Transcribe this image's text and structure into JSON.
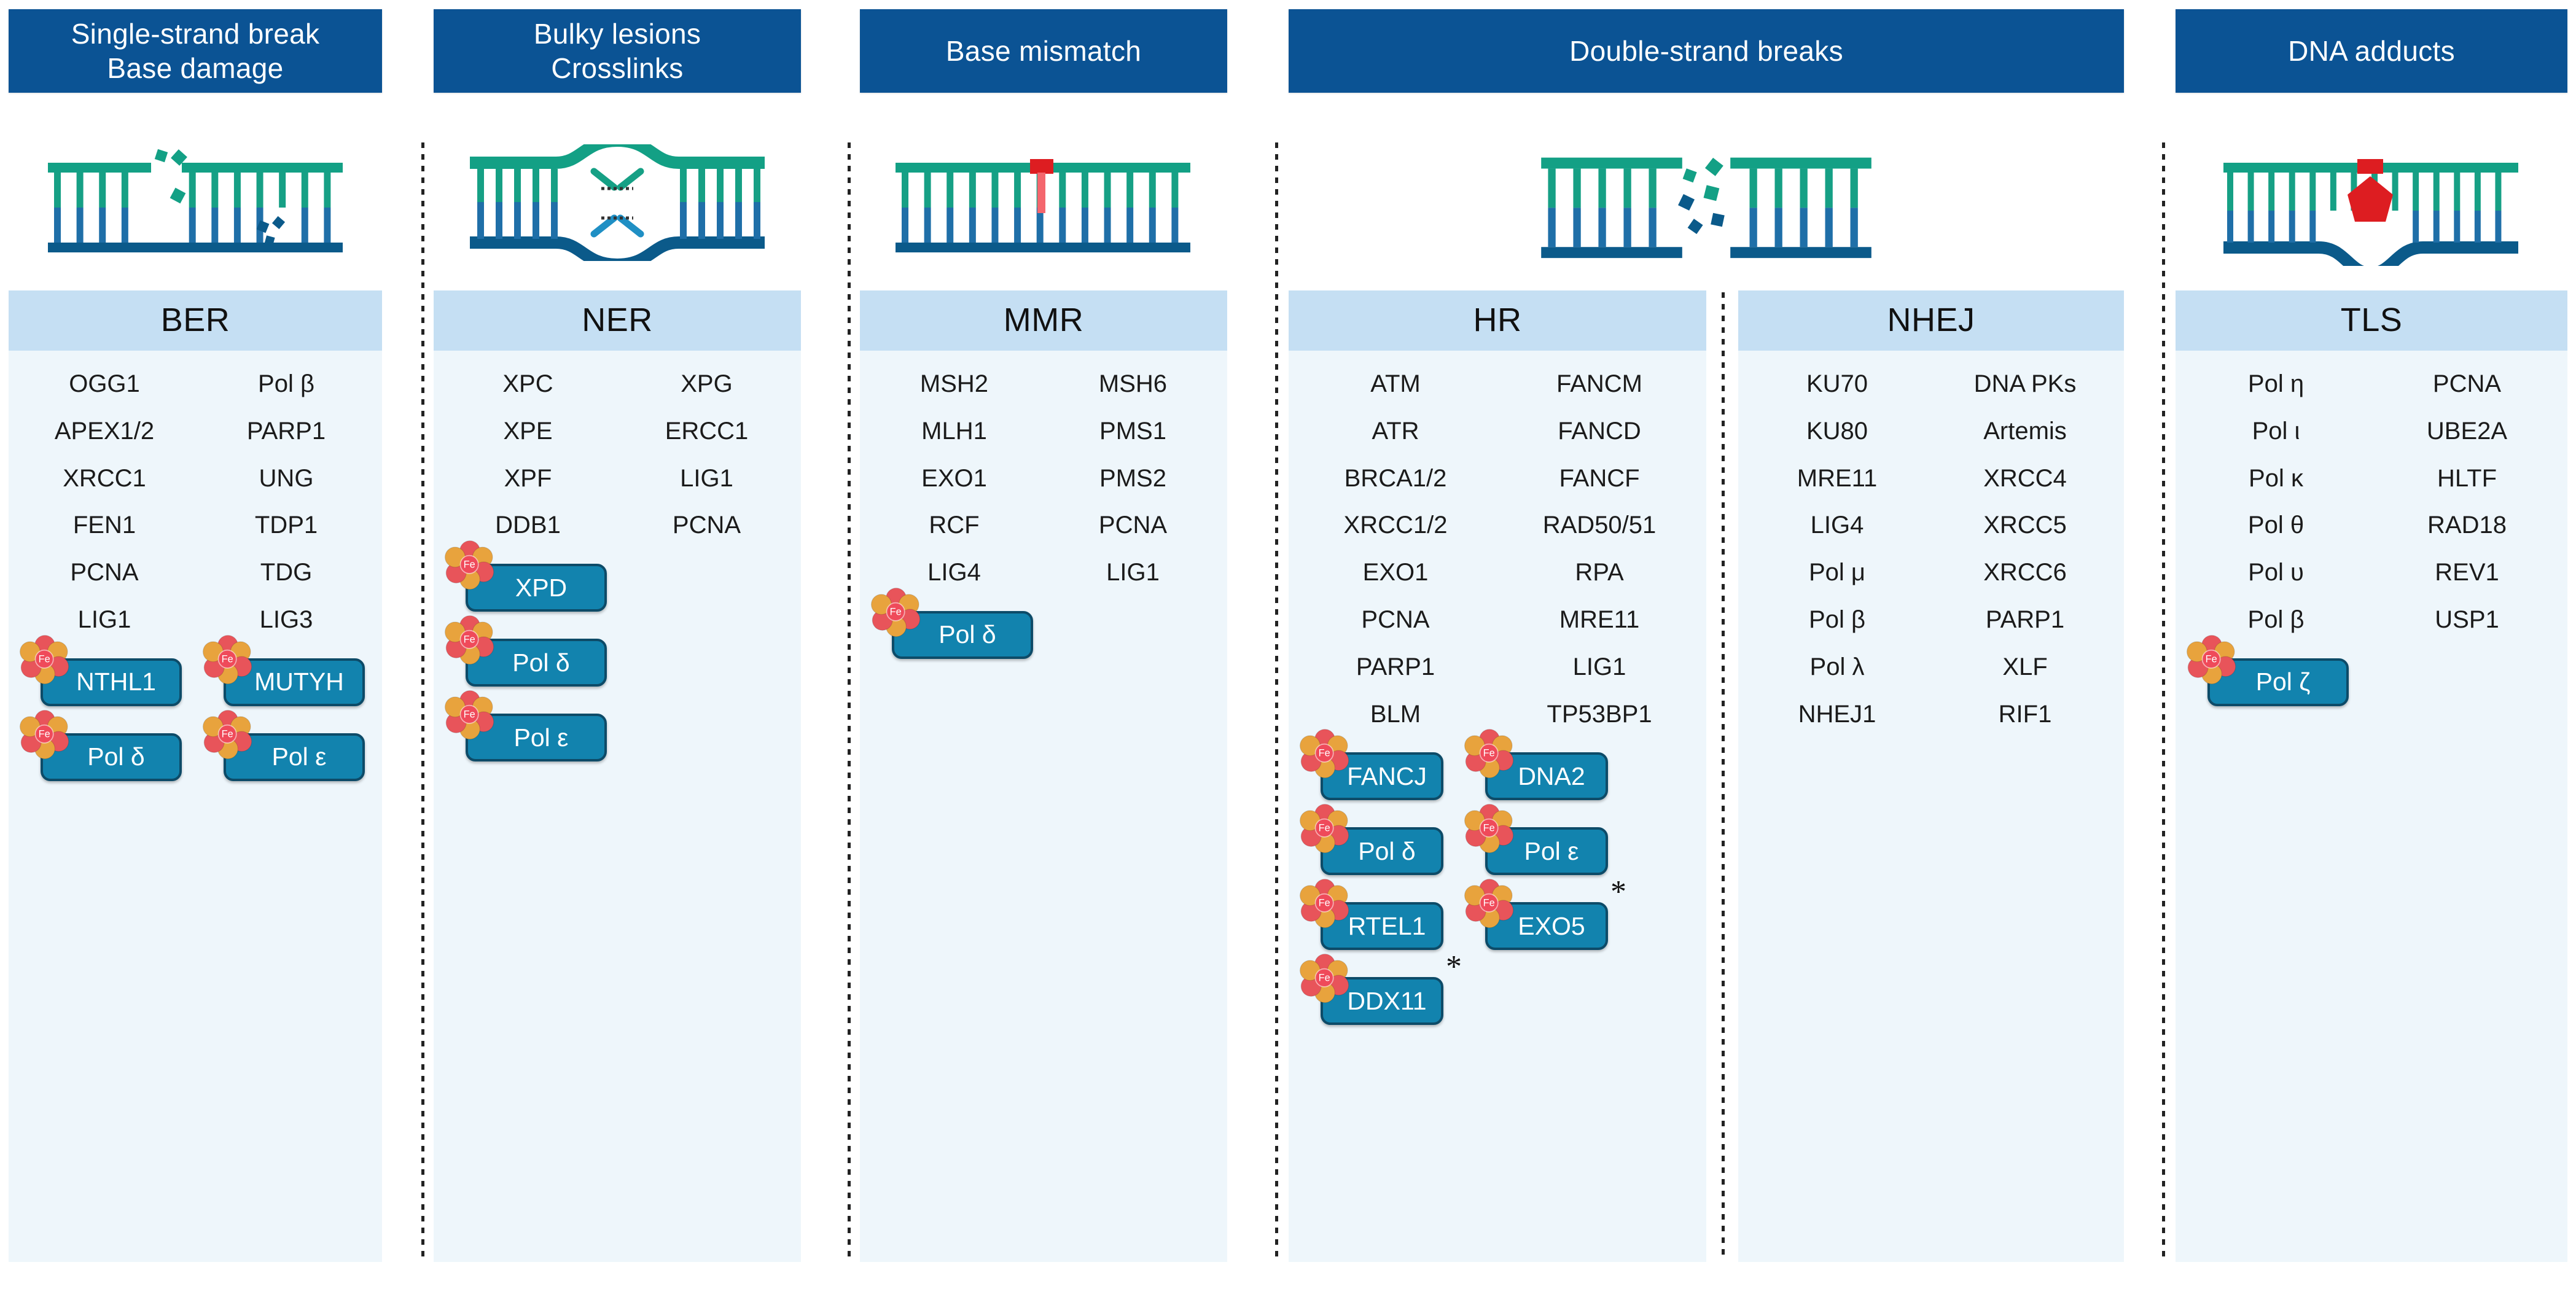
{
  "figure": {
    "title": "DNA damage types and repair pathway components",
    "colors": {
      "banner_blue": "#0b5394",
      "panel_bg": "#eef6fb",
      "panel_title_bg": "#c5dff3",
      "badge_fill": "#1283ae",
      "badge_border": "#0d4b68",
      "dna_top_strand": "#13a085",
      "dna_bottom_strand": "#0b5a8a",
      "dna_rung_top": "#16a085",
      "dna_rung_bottom": "#1f6fa8",
      "lesion_red": "#dd1d21",
      "fes_orange": "#e8a33d",
      "fes_red": "#e8545a",
      "fes_core": "#ef4a5a"
    },
    "footnote_symbol": "*"
  },
  "columns": [
    {
      "banner": {
        "lines": [
          "Single-strand break",
          "Base damage"
        ]
      },
      "dna_icon": "dna-single-strand-break-icon",
      "panels": [
        {
          "title": "BER",
          "genes_left": [
            "OGG1",
            "APEX1/2",
            "XRCC1",
            "FEN1",
            "PCNA",
            "LIG1"
          ],
          "genes_right": [
            "Pol β",
            "PARP1",
            "UNG",
            "TDP1",
            "TDG",
            "LIG3"
          ],
          "badges": [
            {
              "label": "NTHL1",
              "col": 0,
              "row": 0,
              "star": false
            },
            {
              "label": "MUTYH",
              "col": 1,
              "row": 0,
              "star": false
            },
            {
              "label": "Pol δ",
              "col": 0,
              "row": 1,
              "star": false
            },
            {
              "label": "Pol ε",
              "col": 1,
              "row": 1,
              "star": false
            }
          ]
        }
      ]
    },
    {
      "banner": {
        "lines": [
          "Bulky lesions",
          "Crosslinks"
        ]
      },
      "dna_icon": "dna-bulky-lesion-crosslink-icon",
      "panels": [
        {
          "title": "NER",
          "genes_left": [
            "XPC",
            "XPE",
            "XPF",
            "DDB1"
          ],
          "genes_right": [
            "XPG",
            "ERCC1",
            "LIG1",
            "PCNA"
          ],
          "badges": [
            {
              "label": "XPD",
              "col": 0,
              "row": 0,
              "star": false
            },
            {
              "label": "Pol δ",
              "col": 0,
              "row": 1,
              "star": false
            },
            {
              "label": "Pol ε",
              "col": 0,
              "row": 2,
              "star": false
            }
          ]
        }
      ]
    },
    {
      "banner": {
        "lines": [
          "Base mismatch"
        ]
      },
      "dna_icon": "dna-base-mismatch-icon",
      "panels": [
        {
          "title": "MMR",
          "genes_left": [
            "MSH2",
            "MLH1",
            "EXO1",
            "RCF",
            "LIG4"
          ],
          "genes_right": [
            "MSH6",
            "PMS1",
            "PMS2",
            "PCNA",
            "LIG1"
          ],
          "badges": [
            {
              "label": "Pol δ",
              "col": 0,
              "row": 0,
              "star": false
            }
          ]
        }
      ]
    },
    {
      "banner": {
        "lines": [
          "Double-strand breaks"
        ]
      },
      "dna_icon": "dna-double-strand-break-icon",
      "panels": [
        {
          "title": "HR",
          "genes_left": [
            "ATM",
            "ATR",
            "BRCA1/2",
            "XRCC1/2",
            "EXO1",
            "PCNA",
            "PARP1",
            "BLM"
          ],
          "genes_right": [
            "FANCM",
            "FANCD",
            "FANCF",
            "RAD50/51",
            "RPA",
            "MRE11",
            "LIG1",
            "TP53BP1"
          ],
          "badges": [
            {
              "label": "FANCJ",
              "col": 0,
              "row": 0,
              "star": false
            },
            {
              "label": "DNA2",
              "col": 1,
              "row": 0,
              "star": false
            },
            {
              "label": "Pol δ",
              "col": 0,
              "row": 1,
              "star": false
            },
            {
              "label": "Pol ε",
              "col": 1,
              "row": 1,
              "star": false
            },
            {
              "label": "RTEL1",
              "col": 0,
              "row": 2,
              "star": false
            },
            {
              "label": "EXO5",
              "col": 1,
              "row": 2,
              "star": true
            },
            {
              "label": "DDX11",
              "col": 0,
              "row": 3,
              "star": true
            }
          ]
        },
        {
          "title": "NHEJ",
          "genes_left": [
            "KU70",
            "KU80",
            "MRE11",
            "LIG4",
            "Pol μ",
            "Pol β",
            "Pol λ",
            "NHEJ1"
          ],
          "genes_right": [
            "DNA PKs",
            "Artemis",
            "XRCC4",
            "XRCC5",
            "XRCC6",
            "PARP1",
            "XLF",
            "RIF1"
          ],
          "badges": []
        }
      ]
    },
    {
      "banner": {
        "lines": [
          "DNA adducts"
        ]
      },
      "dna_icon": "dna-adduct-icon",
      "panels": [
        {
          "title": "TLS",
          "genes_left": [
            "Pol η",
            "Pol ι",
            "Pol κ",
            "Pol θ",
            "Pol υ",
            "Pol β"
          ],
          "genes_right": [
            "PCNA",
            "UBE2A",
            "HLTF",
            "RAD18",
            "REV1",
            "USP1"
          ],
          "badges": [
            {
              "label": "Pol ζ",
              "col": 0,
              "row": 0,
              "star": false
            }
          ]
        }
      ]
    }
  ]
}
